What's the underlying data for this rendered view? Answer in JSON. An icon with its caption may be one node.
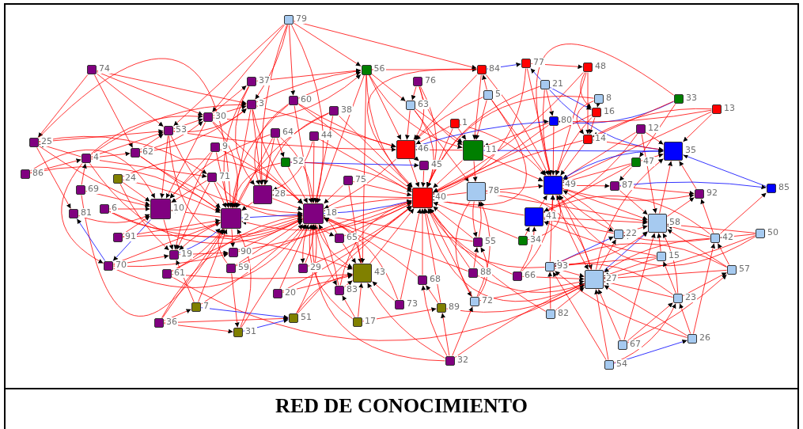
{
  "diagram": {
    "title": "RED DE CONOCIMIENTO",
    "nodes": [
      {
        "text": [],
        "shape": "box",
        "beside": [
          "79"
        ]
      },
      {
        "text": [],
        "shape": "box",
        "beside": [
          "74"
        ]
      },
      {
        "text": [],
        "shape": "box",
        "beside": [
          "37"
        ]
      },
      {
        "text": [],
        "shape": "box",
        "beside": [
          "56"
        ]
      },
      {
        "text": [],
        "shape": "box",
        "beside": [
          "76"
        ]
      },
      {
        "text": [],
        "shape": "box",
        "beside": [
          "84"
        ]
      },
      {
        "text": [],
        "shape": "box",
        "beside": [
          "77"
        ]
      },
      {
        "text": [],
        "shape": "box",
        "beside": [
          "48"
        ]
      },
      {
        "text": [],
        "shape": "box",
        "beside": [
          "21"
        ]
      },
      {
        "text": [],
        "shape": "box",
        "beside": [
          "5"
        ]
      },
      {
        "text": [],
        "shape": "box",
        "beside": [
          "63"
        ]
      },
      {
        "text": [],
        "shape": "box",
        "beside": [
          "60"
        ]
      },
      {
        "text": [],
        "shape": "box",
        "beside": [
          "3"
        ]
      },
      {
        "text": [],
        "shape": "box",
        "beside": [
          "38"
        ]
      },
      {
        "text": [],
        "shape": "box",
        "beside": [
          "8"
        ]
      },
      {
        "text": [],
        "shape": "box",
        "beside": [
          "33"
        ]
      },
      {
        "text": [],
        "shape": "box",
        "beside": [
          "13"
        ]
      },
      {
        "text": [],
        "shape": "box",
        "beside": [
          "16"
        ]
      },
      {
        "text": [],
        "shape": "box",
        "beside": [
          "30"
        ]
      },
      {
        "text": [],
        "shape": "box",
        "beside": [
          "1"
        ]
      },
      {
        "text": [],
        "shape": "box",
        "beside": [
          "80"
        ]
      },
      {
        "text": [],
        "shape": "box",
        "beside": [
          "64"
        ]
      },
      {
        "text": [],
        "shape": "box",
        "beside": [
          "44"
        ]
      },
      {
        "text": [],
        "shape": "box",
        "beside": [
          "53"
        ]
      },
      {
        "text": [],
        "shape": "box",
        "beside": [
          "12"
        ]
      },
      {
        "text": [],
        "shape": "box",
        "beside": [
          "14"
        ]
      },
      {
        "text": [],
        "shape": "box",
        "beside": [
          "25"
        ]
      },
      {
        "text": [],
        "shape": "box",
        "beside": [
          "9"
        ]
      },
      {
        "text": [],
        "shape": "box",
        "beside": [
          "46"
        ]
      },
      {
        "text": [],
        "shape": "box",
        "beside": [
          "11"
        ]
      },
      {
        "text": [],
        "shape": "box",
        "beside": [
          "62"
        ]
      },
      {
        "text": [],
        "shape": "box",
        "beside": [
          "4"
        ]
      },
      {
        "text": [],
        "shape": "box",
        "beside": [
          "35"
        ]
      },
      {
        "text": [],
        "shape": "box",
        "beside": [
          "47"
        ]
      },
      {
        "text": [],
        "shape": "box",
        "beside": [
          "52"
        ]
      },
      {
        "text": [],
        "shape": "box",
        "beside": [
          "45"
        ]
      },
      {
        "text": [],
        "shape": "box",
        "beside": [
          "86"
        ]
      },
      {
        "text": [],
        "shape": "box",
        "beside": [
          "24"
        ]
      },
      {
        "text": [],
        "shape": "box",
        "beside": [
          "71"
        ]
      },
      {
        "text": [],
        "shape": "box",
        "beside": [
          "75"
        ]
      },
      {
        "text": [],
        "shape": "box",
        "beside": [
          "28"
        ]
      },
      {
        "text": [],
        "shape": "box",
        "beside": [
          "40"
        ]
      },
      {
        "text": [],
        "shape": "box",
        "beside": [
          "78"
        ]
      },
      {
        "text": [],
        "shape": "box",
        "beside": [
          "49"
        ]
      },
      {
        "text": [],
        "shape": "box",
        "beside": [
          "87"
        ]
      },
      {
        "text": [],
        "shape": "box",
        "beside": [
          "85"
        ]
      },
      {
        "text": [],
        "shape": "box",
        "beside": [
          "92"
        ]
      },
      {
        "text": [],
        "shape": "box",
        "beside": [
          "69"
        ]
      },
      {
        "text": [],
        "shape": "box",
        "beside": [
          "10"
        ]
      },
      {
        "text": [],
        "shape": "box",
        "beside": [
          "6"
        ]
      },
      {
        "text": [],
        "shape": "box",
        "beside": [
          "2"
        ]
      },
      {
        "text": [],
        "shape": "box",
        "beside": [
          "18"
        ]
      },
      {
        "text": [],
        "shape": "box",
        "beside": [
          "81"
        ]
      },
      {
        "text": [],
        "shape": "box",
        "beside": [
          "41"
        ]
      },
      {
        "text": [],
        "shape": "box",
        "beside": [
          "58"
        ]
      },
      {
        "text": [],
        "shape": "box",
        "beside": [
          "91"
        ]
      },
      {
        "text": [],
        "shape": "box",
        "beside": [
          "34"
        ]
      },
      {
        "text": [],
        "shape": "box",
        "beside": [
          "22"
        ]
      },
      {
        "text": [],
        "shape": "box",
        "beside": [
          "42"
        ]
      },
      {
        "text": [],
        "shape": "box",
        "beside": [
          "50"
        ]
      },
      {
        "text": [],
        "shape": "box",
        "beside": [
          "65"
        ]
      },
      {
        "text": [],
        "shape": "box",
        "beside": [
          "55"
        ]
      },
      {
        "text": [],
        "shape": "box",
        "beside": [
          "19"
        ]
      },
      {
        "text": [],
        "shape": "box",
        "beside": [
          "90"
        ]
      },
      {
        "text": [],
        "shape": "box",
        "beside": [
          "70"
        ]
      },
      {
        "text": [],
        "shape": "box",
        "beside": [
          "15"
        ]
      },
      {
        "text": [],
        "shape": "box",
        "beside": [
          "93"
        ]
      },
      {
        "text": [],
        "shape": "box",
        "beside": [
          "59"
        ]
      },
      {
        "text": [],
        "shape": "box",
        "beside": [
          "61"
        ]
      },
      {
        "text": [],
        "shape": "box",
        "beside": [
          "29"
        ]
      },
      {
        "text": [],
        "shape": "box",
        "beside": [
          "43"
        ]
      },
      {
        "text": [],
        "shape": "box",
        "beside": [
          "88"
        ]
      },
      {
        "text": [],
        "shape": "box",
        "beside": [
          "66"
        ]
      },
      {
        "text": [],
        "shape": "box",
        "beside": [
          "68"
        ]
      },
      {
        "text": [],
        "shape": "box",
        "beside": [
          "27"
        ]
      },
      {
        "text": [],
        "shape": "box",
        "beside": [
          "57"
        ]
      },
      {
        "text": [],
        "shape": "box",
        "beside": [
          "20"
        ]
      },
      {
        "text": [],
        "shape": "box",
        "beside": [
          "83"
        ]
      },
      {
        "text": [],
        "shape": "box",
        "beside": [
          "73"
        ]
      },
      {
        "text": [],
        "shape": "box",
        "beside": [
          "89"
        ]
      },
      {
        "text": [],
        "shape": "box",
        "beside": [
          "72"
        ]
      },
      {
        "text": [],
        "shape": "box",
        "beside": [
          "23"
        ]
      },
      {
        "text": [],
        "shape": "box",
        "beside": [
          "7"
        ]
      },
      {
        "text": [],
        "shape": "box",
        "beside": [
          "82"
        ]
      },
      {
        "text": [],
        "shape": "box",
        "beside": [
          "36"
        ]
      },
      {
        "text": [],
        "shape": "box",
        "beside": [
          "51"
        ]
      },
      {
        "text": [],
        "shape": "box",
        "beside": [
          "17"
        ]
      },
      {
        "text": [],
        "shape": "box",
        "beside": [
          "31"
        ]
      },
      {
        "text": [],
        "shape": "box",
        "beside": [
          "26"
        ]
      },
      {
        "text": [],
        "shape": "box",
        "beside": [
          "67"
        ]
      },
      {
        "text": [],
        "shape": "box",
        "beside": [
          "32"
        ]
      },
      {
        "text": [],
        "shape": "box",
        "beside": [
          "54"
        ]
      }
    ],
    "edges": [
      {
        "from": 0,
        "to": 11,
        "arrow": "to"
      },
      {
        "from": 0,
        "to": 3,
        "arrow": "to"
      },
      {
        "from": 0,
        "to": 5,
        "arrow": "to"
      },
      {
        "from": 0,
        "to": 12,
        "arrow": "to"
      },
      {
        "from": 0,
        "to": 18,
        "arrow": "to"
      },
      {
        "from": 0,
        "to": 23,
        "arrow": "to"
      },
      {
        "from": 0,
        "to": 51,
        "arrow": "to"
      },
      {
        "from": 0,
        "to": 40,
        "arrow": "to"
      },
      {
        "from": 1,
        "to": 26,
        "arrow": "to"
      },
      {
        "from": 1,
        "to": 23,
        "arrow": "to"
      },
      {
        "from": 1,
        "to": 30,
        "arrow": "to"
      },
      {
        "from": 1,
        "to": 18,
        "arrow": "to"
      },
      {
        "from": 1,
        "to": 12,
        "arrow": "to"
      },
      {
        "from": 26,
        "to": 23,
        "arrow": "to"
      },
      {
        "from": 31,
        "to": 26,
        "arrow": "to"
      },
      {
        "from": 26,
        "to": 38,
        "arrow": "to"
      },
      {
        "from": 26,
        "to": 48,
        "arrow": "to"
      },
      {
        "from": 26,
        "to": 50,
        "arrow": "to"
      },
      {
        "from": 26,
        "to": 52,
        "arrow": "to"
      },
      {
        "from": 31,
        "to": 23,
        "arrow": "to"
      },
      {
        "from": 31,
        "to": 30,
        "arrow": "to"
      },
      {
        "from": 31,
        "to": 18,
        "arrow": "to"
      },
      {
        "from": 31,
        "to": 12,
        "arrow": "to"
      },
      {
        "from": 31,
        "to": 38,
        "arrow": "to"
      },
      {
        "from": 31,
        "to": 51,
        "arrow": "to"
      },
      {
        "from": 31,
        "to": 64,
        "arrow": "to"
      },
      {
        "from": 36,
        "to": 31,
        "arrow": "to"
      },
      {
        "from": 36,
        "to": 48,
        "arrow": "to"
      },
      {
        "from": 36,
        "to": 50,
        "arrow": "to"
      },
      {
        "from": 47,
        "to": 48,
        "arrow": "to"
      },
      {
        "from": 47,
        "to": 50,
        "arrow": "to"
      },
      {
        "from": 47,
        "to": 31,
        "arrow": "to"
      },
      {
        "from": 52,
        "to": 48,
        "arrow": "to"
      },
      {
        "from": 64,
        "to": 52,
        "arrow": "to",
        "color": "#0000ff"
      },
      {
        "from": 48,
        "to": 64,
        "arrow": "to",
        "color": "#0000ff"
      },
      {
        "from": 64,
        "to": 62,
        "arrow": "to"
      },
      {
        "from": 64,
        "to": 50,
        "arrow": "to"
      },
      {
        "from": 64,
        "to": 63,
        "arrow": "to"
      },
      {
        "from": 64,
        "to": 51,
        "arrow": "to"
      },
      {
        "from": 49,
        "to": 48,
        "arrow": "to"
      },
      {
        "from": 49,
        "to": 50,
        "arrow": "to"
      },
      {
        "from": 49,
        "to": 51,
        "arrow": "to"
      },
      {
        "from": 55,
        "to": 48,
        "arrow": "to"
      },
      {
        "from": 55,
        "to": 50,
        "arrow": "to"
      },
      {
        "from": 55,
        "to": 70,
        "arrow": "to"
      },
      {
        "from": 37,
        "to": 48,
        "arrow": "to"
      },
      {
        "from": 37,
        "to": 50,
        "arrow": "to"
      },
      {
        "from": 37,
        "to": 51,
        "arrow": "to"
      },
      {
        "from": 37,
        "to": 62,
        "arrow": "to"
      },
      {
        "from": 30,
        "to": 23,
        "arrow": "to"
      },
      {
        "from": 30,
        "to": 18,
        "arrow": "to"
      },
      {
        "from": 30,
        "to": 12,
        "arrow": "to"
      },
      {
        "from": 30,
        "to": 51,
        "arrow": "to"
      },
      {
        "from": 30,
        "to": 50,
        "arrow": "to"
      },
      {
        "from": 23,
        "to": 18,
        "arrow": "to"
      },
      {
        "from": 23,
        "to": 12,
        "arrow": "to"
      },
      {
        "from": 23,
        "to": 51,
        "arrow": "to"
      },
      {
        "from": 23,
        "to": 50,
        "arrow": "to"
      },
      {
        "from": 23,
        "to": 48,
        "arrow": "to"
      },
      {
        "from": 23,
        "to": 28,
        "arrow": "to"
      },
      {
        "from": 18,
        "to": 2,
        "arrow": "to"
      },
      {
        "from": 18,
        "to": 12,
        "arrow": "to"
      },
      {
        "from": 18,
        "to": 3,
        "arrow": "to"
      },
      {
        "from": 18,
        "to": 51,
        "arrow": "to"
      },
      {
        "from": 18,
        "to": 50,
        "arrow": "to"
      },
      {
        "from": 18,
        "to": 48,
        "arrow": "to"
      },
      {
        "from": 2,
        "to": 3,
        "arrow": "to"
      },
      {
        "from": 2,
        "to": 40,
        "arrow": "to"
      },
      {
        "from": 2,
        "to": 50,
        "arrow": "to"
      },
      {
        "from": 12,
        "to": 3,
        "arrow": "to"
      },
      {
        "from": 12,
        "to": 51,
        "arrow": "to"
      },
      {
        "from": 12,
        "to": 50,
        "arrow": "to"
      },
      {
        "from": 12,
        "to": 40,
        "arrow": "to"
      },
      {
        "from": 12,
        "to": 28,
        "arrow": "to"
      },
      {
        "from": 11,
        "to": 3,
        "arrow": "to"
      },
      {
        "from": 11,
        "to": 40,
        "arrow": "to"
      },
      {
        "from": 11,
        "to": 51,
        "arrow": "to"
      },
      {
        "from": 11,
        "to": 28,
        "arrow": "to"
      },
      {
        "from": 11,
        "to": 41,
        "arrow": "to"
      },
      {
        "from": 11,
        "to": 50,
        "arrow": "to"
      },
      {
        "from": 3,
        "to": 5,
        "arrow": "to"
      },
      {
        "from": 3,
        "to": 28,
        "arrow": "to"
      },
      {
        "from": 3,
        "to": 41,
        "arrow": "to"
      },
      {
        "from": 3,
        "to": 51,
        "arrow": "to"
      },
      {
        "from": 3,
        "to": 10,
        "arrow": "to"
      },
      {
        "from": 3,
        "to": 29,
        "arrow": "to"
      },
      {
        "from": 3,
        "to": 70,
        "arrow": "to"
      },
      {
        "from": 4,
        "to": 10,
        "arrow": "to"
      },
      {
        "from": 4,
        "to": 28,
        "arrow": "to"
      },
      {
        "from": 4,
        "to": 41,
        "arrow": "to"
      },
      {
        "from": 4,
        "to": 29,
        "arrow": "to"
      },
      {
        "from": 10,
        "to": 28,
        "arrow": "to"
      },
      {
        "from": 10,
        "to": 41,
        "arrow": "to"
      },
      {
        "from": 10,
        "to": 29,
        "arrow": "to"
      },
      {
        "from": 10,
        "to": 42,
        "arrow": "to"
      },
      {
        "from": 9,
        "to": 5,
        "arrow": "to"
      },
      {
        "from": 9,
        "to": 28,
        "arrow": "to"
      },
      {
        "from": 9,
        "to": 29,
        "arrow": "to"
      },
      {
        "from": 9,
        "to": 41,
        "arrow": "to"
      },
      {
        "from": 9,
        "to": 43,
        "arrow": "to"
      },
      {
        "from": 5,
        "to": 6,
        "arrow": "to",
        "color": "#0000ff"
      },
      {
        "from": 5,
        "to": 41,
        "arrow": "to"
      },
      {
        "from": 5,
        "to": 28,
        "arrow": "to"
      },
      {
        "from": 5,
        "to": 29,
        "arrow": "to"
      },
      {
        "from": 5,
        "to": 43,
        "arrow": "to"
      },
      {
        "from": 6,
        "to": 7,
        "arrow": "to"
      },
      {
        "from": 6,
        "to": 41,
        "arrow": "to"
      },
      {
        "from": 6,
        "to": 43,
        "arrow": "to"
      },
      {
        "from": 8,
        "to": 6,
        "arrow": "to",
        "color": "#0000ff"
      },
      {
        "from": 7,
        "to": 25,
        "arrow": "to"
      },
      {
        "from": 7,
        "to": 17,
        "arrow": "to"
      },
      {
        "from": 7,
        "to": 41,
        "arrow": "to"
      },
      {
        "from": 7,
        "to": 43,
        "arrow": "to"
      },
      {
        "from": 8,
        "to": 20,
        "arrow": "to"
      },
      {
        "from": 8,
        "to": 41,
        "arrow": "to"
      },
      {
        "from": 8,
        "to": 43,
        "arrow": "to"
      },
      {
        "from": 8,
        "to": 17,
        "arrow": "to",
        "color": "#0000ff"
      },
      {
        "from": 8,
        "to": 32,
        "arrow": "to",
        "color": "#0000ff"
      },
      {
        "from": 14,
        "to": 17,
        "arrow": "to"
      },
      {
        "from": 14,
        "to": 25,
        "arrow": "to"
      },
      {
        "from": 14,
        "to": 41,
        "arrow": "to"
      },
      {
        "from": 15,
        "to": 20,
        "arrow": "to",
        "color": "#0000ff"
      },
      {
        "from": 15,
        "to": 25,
        "arrow": "to"
      },
      {
        "from": 15,
        "to": 43,
        "arrow": "to"
      },
      {
        "from": 15,
        "to": 33,
        "arrow": "to"
      },
      {
        "from": 16,
        "to": 25,
        "arrow": "to"
      },
      {
        "from": 16,
        "to": 43,
        "arrow": "to"
      },
      {
        "from": 16,
        "to": 32,
        "arrow": "to"
      },
      {
        "from": 16,
        "to": 20,
        "arrow": "to"
      },
      {
        "from": 17,
        "to": 25,
        "arrow": "to"
      },
      {
        "from": 17,
        "to": 43,
        "arrow": "to"
      },
      {
        "from": 17,
        "to": 41,
        "arrow": "to"
      },
      {
        "from": 19,
        "to": 41,
        "arrow": "to"
      },
      {
        "from": 19,
        "to": 28,
        "arrow": "to"
      },
      {
        "from": 19,
        "to": 29,
        "arrow": "to"
      },
      {
        "from": 19,
        "to": 43,
        "arrow": "to"
      },
      {
        "from": 20,
        "to": 43,
        "arrow": "to"
      },
      {
        "from": 20,
        "to": 41,
        "arrow": "to"
      },
      {
        "from": 20,
        "to": 29,
        "arrow": "to"
      },
      {
        "from": 24,
        "to": 32,
        "arrow": "to"
      },
      {
        "from": 24,
        "to": 43,
        "arrow": "to"
      },
      {
        "from": 24,
        "to": 53,
        "arrow": "to"
      },
      {
        "from": 24,
        "to": 54,
        "arrow": "to"
      },
      {
        "from": 25,
        "to": 43,
        "arrow": "to"
      },
      {
        "from": 25,
        "to": 41,
        "arrow": "to"
      },
      {
        "from": 25,
        "to": 32,
        "arrow": "to"
      },
      {
        "from": 43,
        "to": 32,
        "arrow": "to",
        "color": "#0000ff"
      },
      {
        "from": 45,
        "to": 32,
        "arrow": "to",
        "color": "#0000ff"
      },
      {
        "from": 46,
        "to": 32,
        "arrow": "to"
      },
      {
        "from": 54,
        "to": 32,
        "arrow": "to"
      },
      {
        "from": 74,
        "to": 32,
        "arrow": "to"
      },
      {
        "from": 33,
        "to": 32,
        "arrow": "to"
      },
      {
        "from": 33,
        "to": 43,
        "arrow": "to"
      },
      {
        "from": 33,
        "to": 53,
        "arrow": "to"
      },
      {
        "from": 33,
        "to": 44,
        "arrow": "to"
      },
      {
        "from": 44,
        "to": 45,
        "arrow": "to",
        "color": "#0000ff"
      },
      {
        "from": 44,
        "to": 46,
        "arrow": "to"
      },
      {
        "from": 44,
        "to": 54,
        "arrow": "to"
      },
      {
        "from": 43,
        "to": 44,
        "arrow": "to"
      },
      {
        "from": 43,
        "to": 46,
        "arrow": "to"
      },
      {
        "from": 43,
        "to": 54,
        "arrow": "to"
      },
      {
        "from": 43,
        "to": 74,
        "arrow": "to"
      },
      {
        "from": 43,
        "to": 57,
        "arrow": "to"
      },
      {
        "from": 54,
        "to": 46,
        "arrow": "to"
      },
      {
        "from": 58,
        "to": 46,
        "arrow": "to"
      },
      {
        "from": 42,
        "to": 41,
        "arrow": "to"
      },
      {
        "from": 42,
        "to": 43,
        "arrow": "to"
      },
      {
        "from": 42,
        "to": 54,
        "arrow": "to"
      },
      {
        "from": 42,
        "to": 74,
        "arrow": "to"
      },
      {
        "from": 42,
        "to": 61,
        "arrow": "to"
      },
      {
        "from": 42,
        "to": 80,
        "arrow": "to"
      },
      {
        "from": 29,
        "to": 42,
        "arrow": "to"
      },
      {
        "from": 29,
        "to": 41,
        "arrow": "to"
      },
      {
        "from": 29,
        "to": 28,
        "arrow": "to"
      },
      {
        "from": 29,
        "to": 43,
        "arrow": "to"
      },
      {
        "from": 29,
        "to": 32,
        "arrow": "to",
        "color": "#0000ff"
      },
      {
        "from": 28,
        "to": 41,
        "arrow": "to"
      },
      {
        "from": 28,
        "to": 35,
        "arrow": "to"
      },
      {
        "from": 28,
        "to": 51,
        "arrow": "to"
      },
      {
        "from": 28,
        "to": 20,
        "arrow": "to",
        "color": "#0000ff"
      },
      {
        "from": 35,
        "to": 41,
        "arrow": "to"
      },
      {
        "from": 34,
        "to": 35,
        "arrow": "to",
        "color": "#0000ff"
      },
      {
        "from": 34,
        "to": 41,
        "arrow": "to"
      },
      {
        "from": 34,
        "to": 51,
        "arrow": "to"
      },
      {
        "from": 34,
        "to": 50,
        "arrow": "to"
      },
      {
        "from": 21,
        "to": 34,
        "arrow": "to"
      },
      {
        "from": 21,
        "to": 40,
        "arrow": "to"
      },
      {
        "from": 21,
        "to": 51,
        "arrow": "to"
      },
      {
        "from": 21,
        "to": 50,
        "arrow": "to"
      },
      {
        "from": 21,
        "to": 48,
        "arrow": "to"
      },
      {
        "from": 22,
        "to": 51,
        "arrow": "to"
      },
      {
        "from": 22,
        "to": 41,
        "arrow": "to"
      },
      {
        "from": 22,
        "to": 40,
        "arrow": "to"
      },
      {
        "from": 27,
        "to": 51,
        "arrow": "to"
      },
      {
        "from": 27,
        "to": 50,
        "arrow": "to"
      },
      {
        "from": 27,
        "to": 48,
        "arrow": "to"
      },
      {
        "from": 27,
        "to": 62,
        "arrow": "to"
      },
      {
        "from": 38,
        "to": 50,
        "arrow": "to"
      },
      {
        "from": 38,
        "to": 51,
        "arrow": "to"
      },
      {
        "from": 38,
        "to": 48,
        "arrow": "to"
      },
      {
        "from": 38,
        "to": 62,
        "arrow": "to"
      },
      {
        "from": 13,
        "to": 51,
        "arrow": "to"
      },
      {
        "from": 13,
        "to": 41,
        "arrow": "to"
      },
      {
        "from": 13,
        "to": 40,
        "arrow": "to"
      },
      {
        "from": 13,
        "to": 50,
        "arrow": "to"
      },
      {
        "from": 39,
        "to": 41,
        "arrow": "to"
      },
      {
        "from": 39,
        "to": 51,
        "arrow": "to"
      },
      {
        "from": 39,
        "to": 70,
        "arrow": "to"
      },
      {
        "from": 40,
        "to": 51,
        "arrow": "to"
      },
      {
        "from": 40,
        "to": 50,
        "arrow": "to"
      },
      {
        "from": 51,
        "to": 41,
        "arrow": "to",
        "color": "#0000ff"
      },
      {
        "from": 51,
        "to": 60,
        "arrow": "to"
      },
      {
        "from": 51,
        "to": 70,
        "arrow": "to"
      },
      {
        "from": 51,
        "to": 69,
        "arrow": "to"
      },
      {
        "from": 51,
        "to": 77,
        "arrow": "to"
      },
      {
        "from": 50,
        "to": 51,
        "arrow": "to",
        "color": "#0000ff"
      },
      {
        "from": 50,
        "to": 63,
        "arrow": "to"
      },
      {
        "from": 50,
        "to": 62,
        "arrow": "to"
      },
      {
        "from": 50,
        "to": 48,
        "arrow": "to"
      },
      {
        "from": 48,
        "to": 62,
        "arrow": "to"
      },
      {
        "from": 62,
        "to": 50,
        "arrow": "to",
        "color": "#0000ff"
      },
      {
        "from": 62,
        "to": 63,
        "arrow": "to"
      },
      {
        "from": 63,
        "to": 51,
        "arrow": "to"
      },
      {
        "from": 63,
        "to": 41,
        "arrow": "to"
      },
      {
        "from": 67,
        "to": 50,
        "arrow": "to"
      },
      {
        "from": 67,
        "to": 51,
        "arrow": "to"
      },
      {
        "from": 67,
        "to": 41,
        "arrow": "to"
      },
      {
        "from": 67,
        "to": 87,
        "arrow": "to"
      },
      {
        "from": 68,
        "to": 50,
        "arrow": "to"
      },
      {
        "from": 68,
        "to": 51,
        "arrow": "to"
      },
      {
        "from": 68,
        "to": 70,
        "arrow": "to"
      },
      {
        "from": 68,
        "to": 74,
        "arrow": "to"
      },
      {
        "from": 69,
        "to": 51,
        "arrow": "to"
      },
      {
        "from": 69,
        "to": 41,
        "arrow": "to"
      },
      {
        "from": 60,
        "to": 51,
        "arrow": "to"
      },
      {
        "from": 60,
        "to": 41,
        "arrow": "to"
      },
      {
        "from": 60,
        "to": 70,
        "arrow": "to"
      },
      {
        "from": 70,
        "to": 41,
        "arrow": "to"
      },
      {
        "from": 70,
        "to": 51,
        "arrow": "to"
      },
      {
        "from": 76,
        "to": 51,
        "arrow": "to"
      },
      {
        "from": 76,
        "to": 41,
        "arrow": "to"
      },
      {
        "from": 76,
        "to": 70,
        "arrow": "to"
      },
      {
        "from": 77,
        "to": 51,
        "arrow": "to"
      },
      {
        "from": 77,
        "to": 70,
        "arrow": "to"
      },
      {
        "from": 77,
        "to": 41,
        "arrow": "to"
      },
      {
        "from": 82,
        "to": 85,
        "arrow": "to",
        "color": "#0000ff"
      },
      {
        "from": 82,
        "to": 50,
        "arrow": "to"
      },
      {
        "from": 82,
        "to": 62,
        "arrow": "to"
      },
      {
        "from": 82,
        "to": 51,
        "arrow": "to"
      },
      {
        "from": 84,
        "to": 82,
        "arrow": "to"
      },
      {
        "from": 84,
        "to": 87,
        "arrow": "to"
      },
      {
        "from": 84,
        "to": 85,
        "arrow": "to"
      },
      {
        "from": 84,
        "to": 51,
        "arrow": "to"
      },
      {
        "from": 84,
        "to": 50,
        "arrow": "to"
      },
      {
        "from": 87,
        "to": 85,
        "arrow": "to",
        "color": "#0000ff"
      },
      {
        "from": 87,
        "to": 50,
        "arrow": "to"
      },
      {
        "from": 87,
        "to": 51,
        "arrow": "to"
      },
      {
        "from": 85,
        "to": 51,
        "arrow": "to"
      },
      {
        "from": 85,
        "to": 70,
        "arrow": "to"
      },
      {
        "from": 85,
        "to": 41,
        "arrow": "to"
      },
      {
        "from": 86,
        "to": 70,
        "arrow": "to"
      },
      {
        "from": 86,
        "to": 51,
        "arrow": "to"
      },
      {
        "from": 86,
        "to": 79,
        "arrow": "to"
      },
      {
        "from": 86,
        "to": 77,
        "arrow": "to"
      },
      {
        "from": 78,
        "to": 41,
        "arrow": "to"
      },
      {
        "from": 78,
        "to": 70,
        "arrow": "to"
      },
      {
        "from": 78,
        "to": 51,
        "arrow": "to"
      },
      {
        "from": 73,
        "to": 41,
        "arrow": "to"
      },
      {
        "from": 73,
        "to": 51,
        "arrow": "to"
      },
      {
        "from": 79,
        "to": 41,
        "arrow": "to"
      },
      {
        "from": 79,
        "to": 73,
        "arrow": "to"
      },
      {
        "from": 79,
        "to": 74,
        "arrow": "to"
      },
      {
        "from": 80,
        "to": 42,
        "arrow": "to"
      },
      {
        "from": 80,
        "to": 41,
        "arrow": "to"
      },
      {
        "from": 80,
        "to": 61,
        "arrow": "to"
      },
      {
        "from": 80,
        "to": 74,
        "arrow": "to"
      },
      {
        "from": 71,
        "to": 41,
        "arrow": "to"
      },
      {
        "from": 71,
        "to": 61,
        "arrow": "to"
      },
      {
        "from": 71,
        "to": 51,
        "arrow": "to"
      },
      {
        "from": 71,
        "to": 74,
        "arrow": "to"
      },
      {
        "from": 61,
        "to": 41,
        "arrow": "to"
      },
      {
        "from": 61,
        "to": 42,
        "arrow": "to"
      },
      {
        "from": 61,
        "to": 51,
        "arrow": "to"
      },
      {
        "from": 72,
        "to": 74,
        "arrow": "to"
      },
      {
        "from": 72,
        "to": 43,
        "arrow": "to"
      },
      {
        "from": 72,
        "to": 53,
        "arrow": "to"
      },
      {
        "from": 72,
        "to": 41,
        "arrow": "to"
      },
      {
        "from": 56,
        "to": 43,
        "arrow": "to"
      },
      {
        "from": 56,
        "to": 53,
        "arrow": "to"
      },
      {
        "from": 56,
        "to": 41,
        "arrow": "to"
      },
      {
        "from": 90,
        "to": 73,
        "arrow": "to"
      },
      {
        "from": 90,
        "to": 79,
        "arrow": "to"
      },
      {
        "from": 90,
        "to": 80,
        "arrow": "to"
      },
      {
        "from": 90,
        "to": 70,
        "arrow": "to"
      },
      {
        "from": 90,
        "to": 74,
        "arrow": "to"
      },
      {
        "from": 90,
        "to": 51,
        "arrow": "to"
      },
      {
        "from": 83,
        "to": 74,
        "arrow": "to"
      },
      {
        "from": 83,
        "to": 66,
        "arrow": "to"
      },
      {
        "from": 83,
        "to": 41,
        "arrow": "to"
      },
      {
        "from": 66,
        "to": 57,
        "arrow": "to",
        "color": "#0000ff"
      },
      {
        "from": 66,
        "to": 41,
        "arrow": "to"
      },
      {
        "from": 66,
        "to": 43,
        "arrow": "to"
      },
      {
        "from": 66,
        "to": 54,
        "arrow": "to"
      },
      {
        "from": 66,
        "to": 74,
        "arrow": "to"
      },
      {
        "from": 74,
        "to": 54,
        "arrow": "to",
        "color": "#0000ff"
      },
      {
        "from": 74,
        "to": 41,
        "arrow": "to"
      },
      {
        "from": 74,
        "to": 43,
        "arrow": "to"
      },
      {
        "from": 74,
        "to": 57,
        "arrow": "to"
      },
      {
        "from": 57,
        "to": 43,
        "arrow": "to"
      },
      {
        "from": 57,
        "to": 53,
        "arrow": "to"
      },
      {
        "from": 57,
        "to": 54,
        "arrow": "to"
      },
      {
        "from": 65,
        "to": 54,
        "arrow": "to"
      },
      {
        "from": 65,
        "to": 66,
        "arrow": "to"
      },
      {
        "from": 65,
        "to": 74,
        "arrow": "to"
      },
      {
        "from": 65,
        "to": 53,
        "arrow": "to"
      },
      {
        "from": 58,
        "to": 54,
        "arrow": "to"
      },
      {
        "from": 58,
        "to": 45,
        "arrow": "to"
      },
      {
        "from": 58,
        "to": 74,
        "arrow": "to"
      },
      {
        "from": 58,
        "to": 57,
        "arrow": "to"
      },
      {
        "from": 58,
        "to": 53,
        "arrow": "to"
      },
      {
        "from": 59,
        "to": 54,
        "arrow": "to"
      },
      {
        "from": 59,
        "to": 58,
        "arrow": "to"
      },
      {
        "from": 59,
        "to": 74,
        "arrow": "to"
      },
      {
        "from": 59,
        "to": 43,
        "arrow": "to"
      },
      {
        "from": 75,
        "to": 58,
        "arrow": "to"
      },
      {
        "from": 75,
        "to": 54,
        "arrow": "to"
      },
      {
        "from": 75,
        "to": 74,
        "arrow": "to"
      },
      {
        "from": 75,
        "to": 66,
        "arrow": "to"
      },
      {
        "from": 81,
        "to": 75,
        "arrow": "to"
      },
      {
        "from": 81,
        "to": 54,
        "arrow": "to"
      },
      {
        "from": 81,
        "to": 74,
        "arrow": "to"
      },
      {
        "from": 81,
        "to": 66,
        "arrow": "to"
      },
      {
        "from": 81,
        "to": 65,
        "arrow": "to"
      },
      {
        "from": 88,
        "to": 74,
        "arrow": "to"
      },
      {
        "from": 88,
        "to": 58,
        "arrow": "to"
      },
      {
        "from": 88,
        "to": 66,
        "arrow": "to"
      },
      {
        "from": 88,
        "to": 81,
        "arrow": "to"
      },
      {
        "from": 89,
        "to": 74,
        "arrow": "to"
      },
      {
        "from": 89,
        "to": 54,
        "arrow": "to"
      },
      {
        "from": 89,
        "to": 75,
        "arrow": "to"
      },
      {
        "from": 89,
        "to": 81,
        "arrow": "to"
      },
      {
        "from": 91,
        "to": 88,
        "arrow": "to",
        "color": "#0000ff"
      },
      {
        "from": 91,
        "to": 74,
        "arrow": "to"
      },
      {
        "from": 91,
        "to": 66,
        "arrow": "to"
      },
      {
        "from": 91,
        "to": 81,
        "arrow": "to"
      },
      {
        "from": 53,
        "to": 41,
        "arrow": "to"
      },
      {
        "from": 53,
        "to": 54,
        "arrow": "to"
      },
      {
        "from": 53,
        "to": 43,
        "arrow": "to"
      },
      {
        "from": 41,
        "to": 51,
        "arrow": "to"
      },
      {
        "from": 41,
        "to": 40,
        "arrow": "to"
      },
      {
        "from": 41,
        "to": 50,
        "arrow": "to"
      }
    ]
  }
}
